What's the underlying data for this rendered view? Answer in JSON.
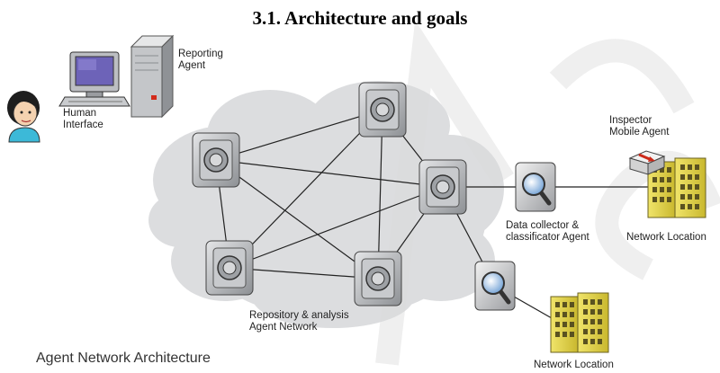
{
  "title": "3.1. Architecture and goals",
  "labels": {
    "human_interface": [
      "Human",
      "Interface"
    ],
    "reporting_agent": [
      "Reporting",
      "Agent"
    ],
    "inspector_agent": [
      "Inspector",
      "Mobile Agent"
    ],
    "data_collector": [
      "Data collector &",
      "classificator Agent"
    ],
    "network_location_top": "Network Location",
    "network_location_bottom": "Network Location",
    "repository": [
      "Repository & analysis",
      "Agent Network"
    ]
  },
  "caption": "Agent Network Architecture",
  "colors": {
    "cloud": "#d9dadc",
    "node_face": "#b8babd",
    "building": "#e3d64a",
    "watermark": "#eeeeee"
  }
}
